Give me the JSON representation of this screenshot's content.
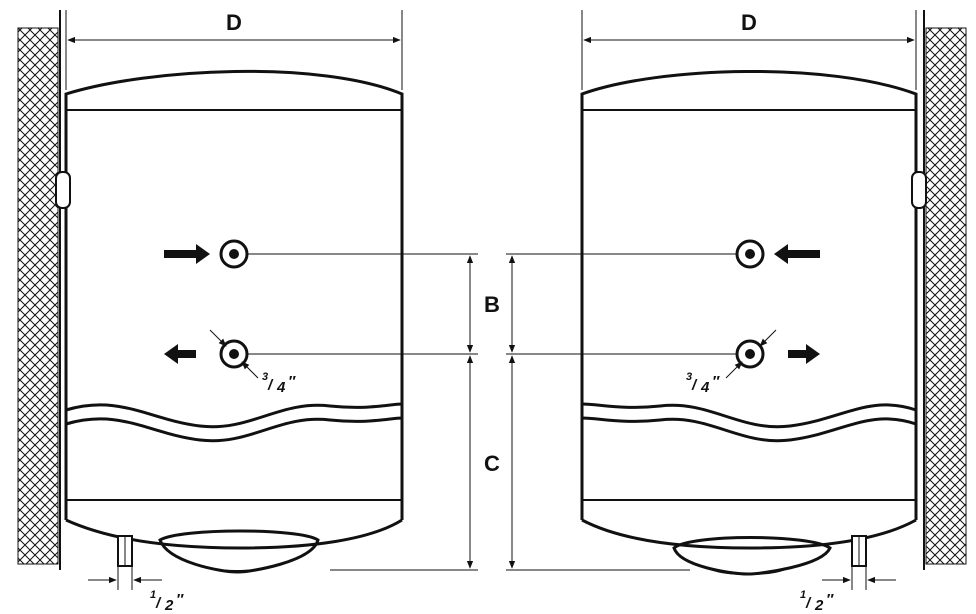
{
  "labels": {
    "width_dimension": "D",
    "inlet_outlet_spacing": "B",
    "outlet_height": "C",
    "pipe_fraction_large": "3⁄4″",
    "pipe_fraction_small": "1⁄2″"
  },
  "fractions": {
    "large": {
      "num": "3",
      "den": "4",
      "unit": "″"
    },
    "small": {
      "num": "1",
      "den": "2",
      "unit": "″"
    }
  },
  "colors": {
    "stroke": "#111111",
    "fill": "#ffffff"
  },
  "icons": {
    "inlet_arrow": "arrow-right-icon",
    "outlet_arrow": "arrow-left-icon",
    "wall": "wall-hatch"
  }
}
